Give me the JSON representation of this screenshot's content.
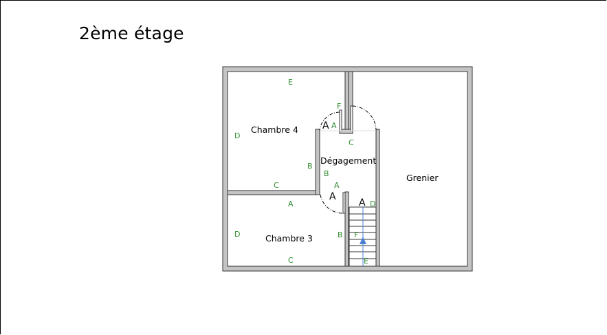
{
  "title": "2ème étage",
  "rooms": {
    "chambre4": "Chambre 4",
    "chambre3": "Chambre 3",
    "degagement": "Dégagement",
    "grenier": "Grenier"
  },
  "door_labels": [
    "A",
    "A",
    "A"
  ],
  "wall_markers": {
    "ch4_e": "E",
    "ch4_d": "D",
    "ch4_c": "C",
    "ch4_b": "B",
    "ch4_f": "F",
    "ch4_a": "A",
    "deg_c": "C",
    "deg_b": "B",
    "deg_a": "A",
    "ch3_a": "A",
    "ch3_d": "D",
    "ch3_b": "B",
    "ch3_c": "C",
    "stair_d": "D",
    "stair_f": "F",
    "stair_e": "E"
  },
  "colors": {
    "marker": "#2e8b2e",
    "wall": "#c4c4c4",
    "stair_arrow": "#4a7fd4"
  }
}
